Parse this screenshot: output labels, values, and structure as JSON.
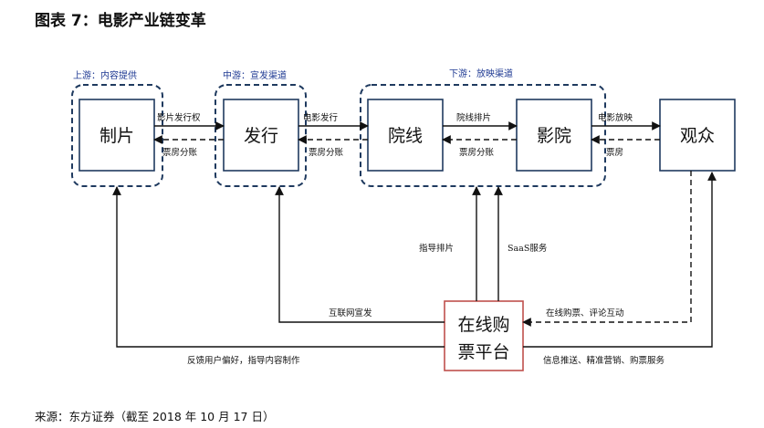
{
  "title": "图表 7：电影产业链变革",
  "source": "来源：东方证券（截至 2018 年 10 月 17 日）",
  "regions": {
    "upstream": "上游：内容提供",
    "midstream": "中游：宣发渠道",
    "downstream": "下游：放映渠道"
  },
  "nodes": {
    "production": "制片",
    "distribution": "发行",
    "cinema_chain": "院线",
    "cinema": "影院",
    "audience": "观众",
    "platform_line1": "在线购",
    "platform_line2": "票平台"
  },
  "edges": {
    "rights": "影片发行权",
    "boxoffice_split_1": "票房分账",
    "film_distribution": "电影发行",
    "boxoffice_split_2": "票房分账",
    "scheduling": "院线排片",
    "boxoffice_split_3": "票房分账",
    "screening": "电影放映",
    "ticket": "票房",
    "guide_scheduling": "指导排片",
    "saas": "SaaS服务",
    "internet_promo": "互联网宣发",
    "purchase_comment": "在线购票、评论互动",
    "feedback": "反馈用户偏好，指导内容制作",
    "services": "信息推送、精准营销、购票服务"
  },
  "colors": {
    "region_border": "#1f3a5f",
    "region_label": "#1f3a93",
    "node_border": "#1f3a5f",
    "platform_border": "#c0504d",
    "arrow": "#111111"
  }
}
